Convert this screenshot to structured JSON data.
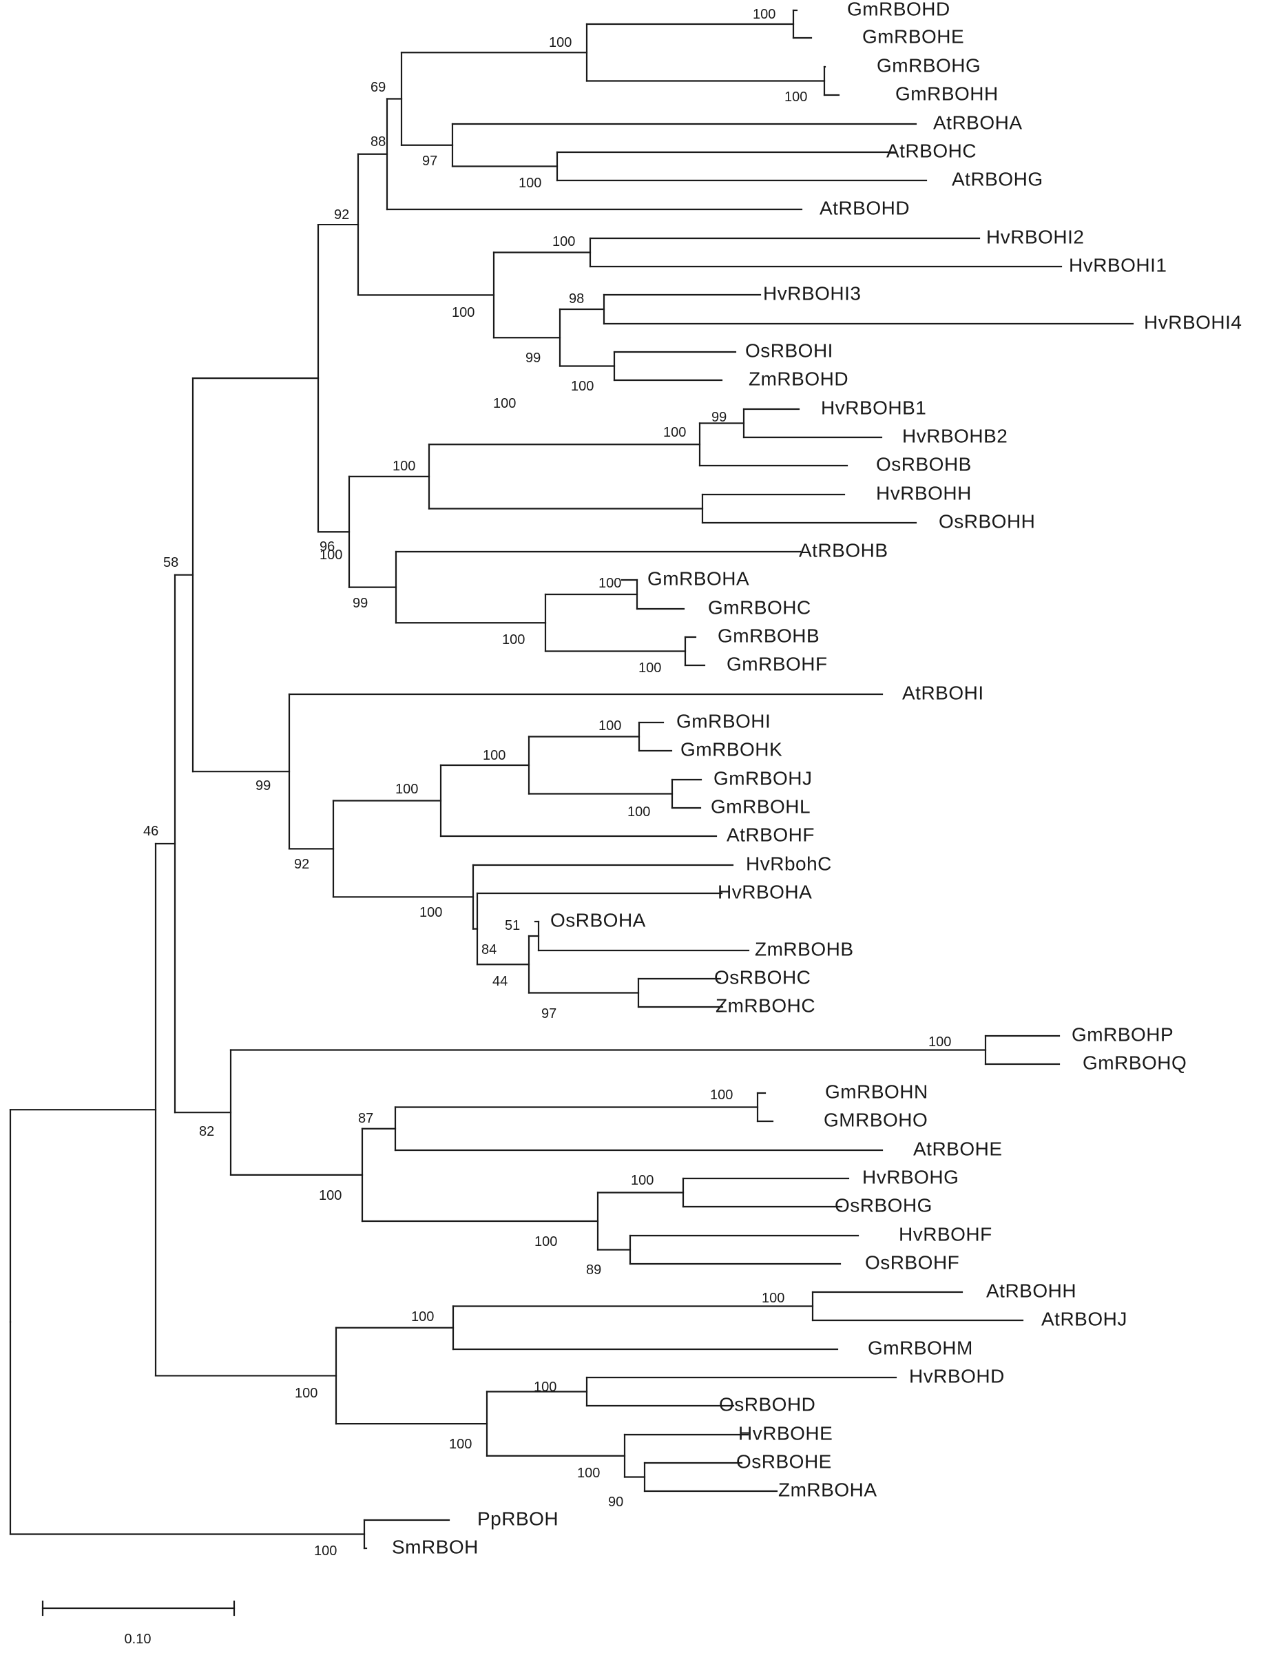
{
  "tree": {
    "scale_bar": {
      "label": "0.10",
      "value": 0.1
    },
    "taxa": [
      "GmRBOHD",
      "GmRBOHE",
      "GmRBOHG",
      "GmRBOHH",
      "AtRBOHA",
      "AtRBOHC",
      "AtRBOHG",
      "AtRBOHD",
      "HvRBOHI2",
      "HvRBOHI1",
      "HvRBOHI3",
      "HvRBOHI4",
      "OsRBOHI",
      "ZmRBOHD",
      "HvRBOHB1",
      "HvRBOHB2",
      "OsRBOHB",
      "HvRBOHH",
      "OsRBOHH",
      "AtRBOHB",
      "GmRBOHA",
      "GmRBOHC",
      "GmRBOHB",
      "GmRBOHF",
      "AtRBOHI",
      "GmRBOHI",
      "GmRBOHK",
      "GmRBOHJ",
      "GmRBOHL",
      "AtRBOHF",
      "HvRbohC",
      "HvRBOHA",
      "OsRBOHA",
      "ZmRBOHB",
      "OsRBOHC",
      "ZmRBOHC",
      "GmRBOHP",
      "GmRBOHQ",
      "GmRBOHN",
      "GMRBOHO",
      "AtRBOHE",
      "HvRBOHG",
      "OsRBOHG",
      "HvRBOHF",
      "OsRBOHF",
      "AtRBOHH",
      "AtRBOHJ",
      "GmRBOHM",
      "HvRBOHD",
      "OsRBOHD",
      "HvRBOHE",
      "OsRBOHE",
      "ZmRBOHA",
      "PpRBOH",
      "SmRBOH"
    ],
    "bootstrap_values": [
      "100",
      "100",
      "100",
      "69",
      "97",
      "100",
      "88",
      "92",
      "100",
      "100",
      "98",
      "99",
      "100",
      "100",
      "99",
      "100",
      "100",
      "100",
      "96",
      "99",
      "100",
      "100",
      "100",
      "58",
      "99",
      "100",
      "100",
      "100",
      "100",
      "92",
      "100",
      "51",
      "84",
      "44",
      "97",
      "46",
      "100",
      "100",
      "87",
      "82",
      "100",
      "100",
      "100",
      "89",
      "100",
      "100",
      "100",
      "100",
      "100",
      "100",
      "90",
      "100"
    ]
  }
}
